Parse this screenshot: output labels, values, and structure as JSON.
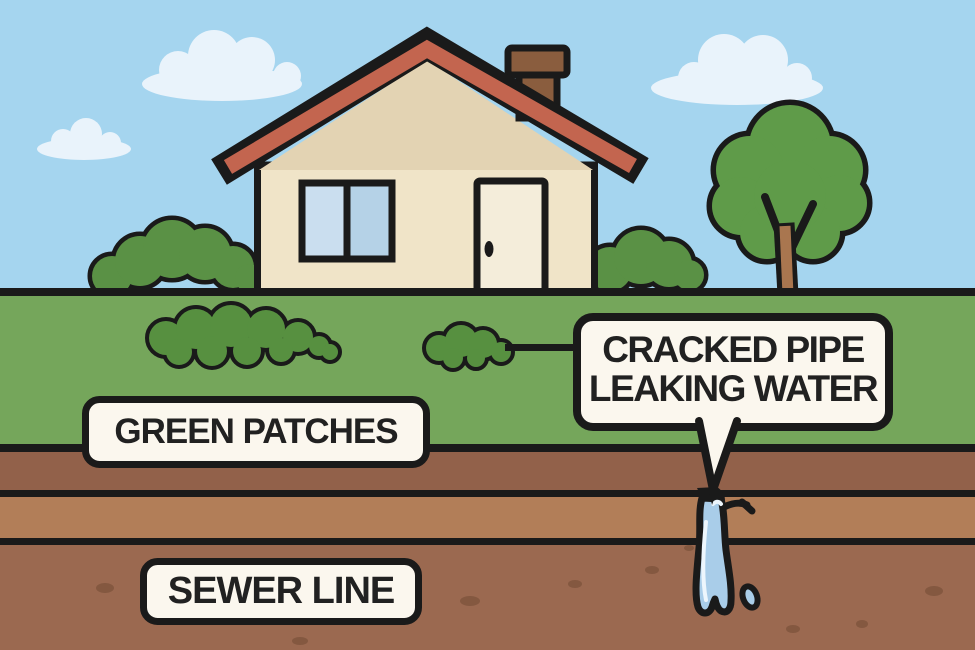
{
  "labels": {
    "green_patches": "GREEN PATCHES",
    "sewer_line": "SEWER LINE",
    "cracked_pipe_line1": "CRACKED PIPE",
    "cracked_pipe_line2": "LEAKING WATER"
  },
  "colors": {
    "sky": "#a5d5ef",
    "cloud": "#e9f3fb",
    "grass": "#75a65b",
    "patch_green": "#579040",
    "bush_green": "#5a9145",
    "tree_green": "#5f9b49",
    "trunk": "#a9764f",
    "roof": "#c3654f",
    "wall": "#f0e4c8",
    "gable": "#e3d3b3",
    "door": "#f4edda",
    "window_glass": "#cadeef",
    "window_glass_dark": "#b5d2e7",
    "chimney": "#8a5d3e",
    "soil_top": "#92614a",
    "pipe_band": "#b27e58",
    "soil_bottom": "#9b6950",
    "speckle": "#845840",
    "water": "#a9cde9",
    "water_highlight": "#edf6fd",
    "outline": "#1a1a1a",
    "label_bg": "#fbf7ee",
    "label_text": "#212121"
  }
}
